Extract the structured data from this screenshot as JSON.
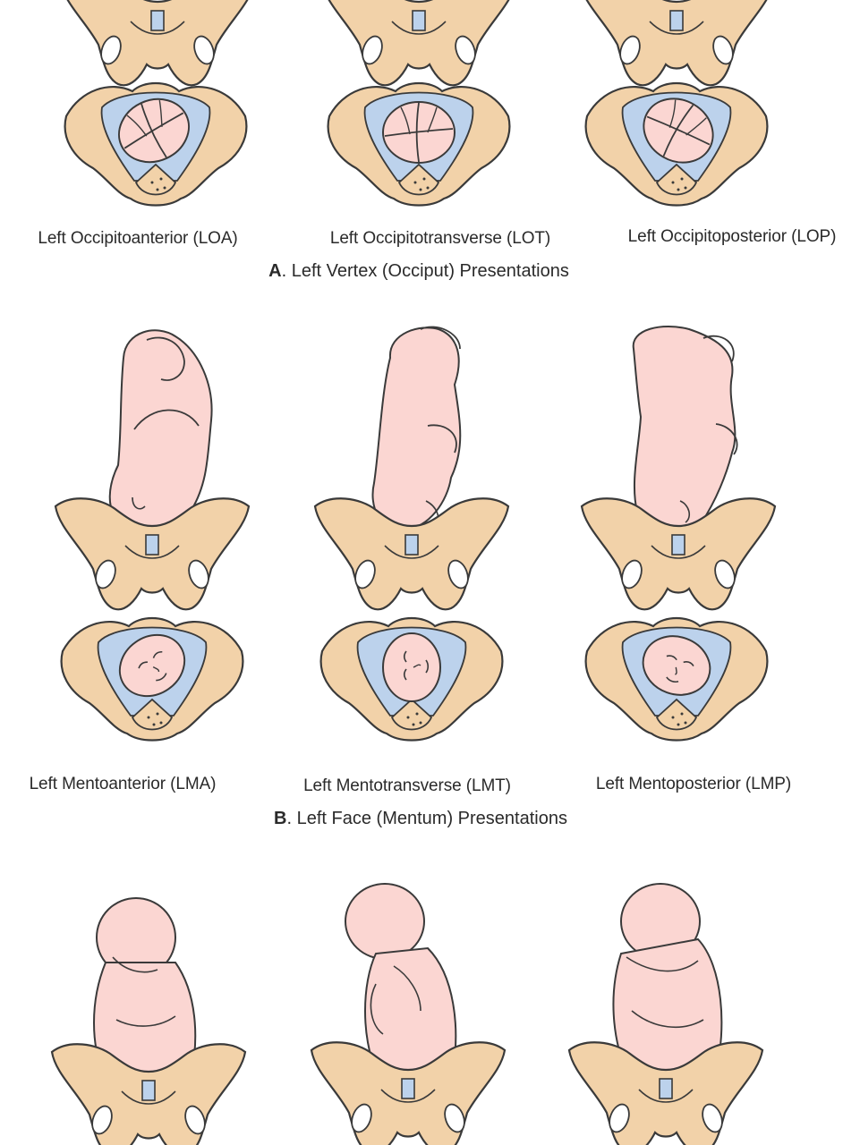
{
  "colors": {
    "bone": "#f2d2a9",
    "skin": "#fbd6d2",
    "membrane": "#bcd2ec",
    "outline": "#3a3a3a"
  },
  "sections": [
    {
      "letter": "A",
      "title": ". Left Vertex (Occiput) Presentations",
      "labels": [
        "Left Occipitoanterior (LOA)",
        "Left Occipitotransverse (LOT)",
        "Left Occipitoposterior (LOP)"
      ]
    },
    {
      "letter": "B",
      "title": ". Left Face (Mentum) Presentations",
      "labels": [
        "Left Mentoanterior (LMA)",
        "Left Mentotransverse (LMT)",
        "Left Mentoposterior (LMP)"
      ]
    }
  ]
}
